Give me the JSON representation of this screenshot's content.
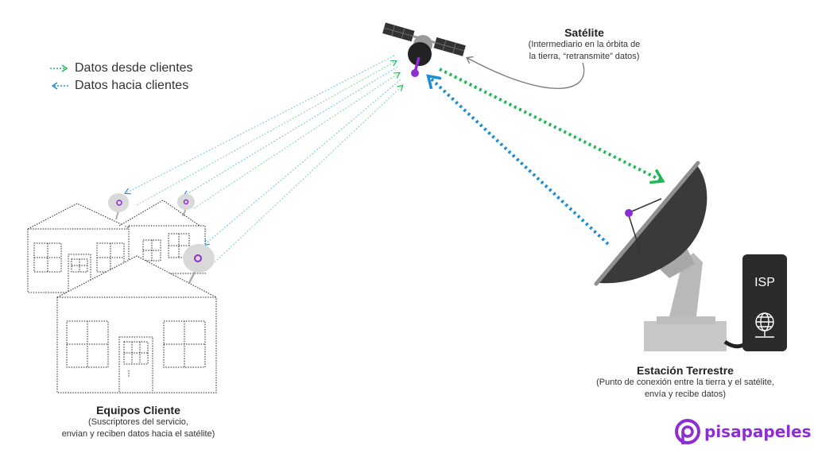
{
  "legend": {
    "from_clients": "Datos desde clientes",
    "to_clients": "Datos hacia clientes"
  },
  "satellite": {
    "title": "Satélite",
    "desc_line1": "(Intermediario en la órbita de",
    "desc_line2": "la tierra, “retransmite” datos)"
  },
  "ground_station": {
    "title": "Estación Terrestre",
    "desc_line1": "(Punto de conexión entre la tierra y el satélite,",
    "desc_line2": "envía y recibe datos)"
  },
  "clients": {
    "title": "Equipos Cliente",
    "desc_line1": "(Suscriptores del servicio,",
    "desc_line2": "envian y reciben datos hacia el satélite)"
  },
  "isp_label": "ISP",
  "brand": "pisapapeles",
  "colors": {
    "green": "#1db954",
    "blue": "#1a8fd6",
    "dish": "#3a3a3a",
    "accent": "#8d2dd6"
  }
}
